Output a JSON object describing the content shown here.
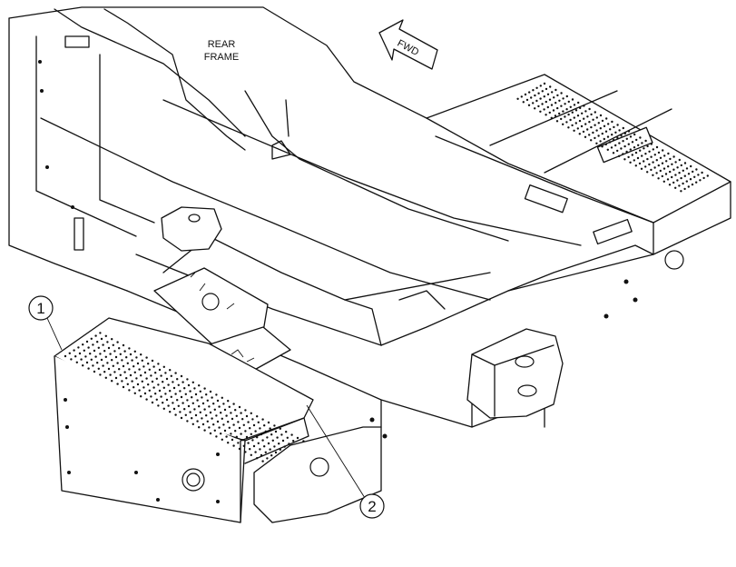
{
  "labels": {
    "rear_frame_line1": "REAR",
    "rear_frame_line2": "FRAME",
    "fwd": "FWD"
  },
  "callouts": [
    {
      "number": "1"
    },
    {
      "number": "2"
    }
  ]
}
